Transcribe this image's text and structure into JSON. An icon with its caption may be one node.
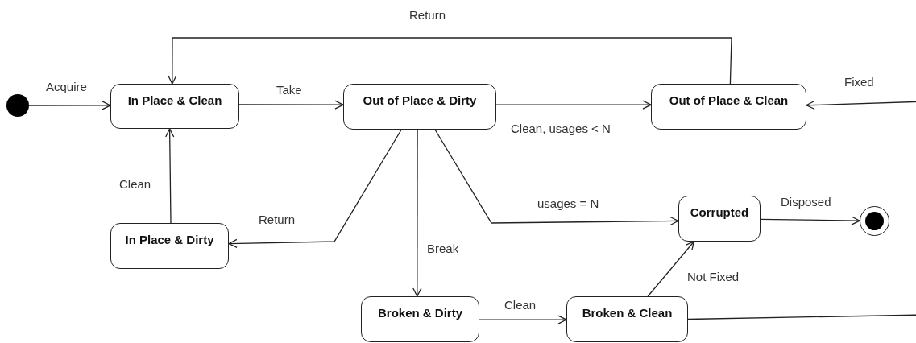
{
  "diagram": {
    "nodes": [
      {
        "text": [],
        "shape": "circle"
      },
      {
        "text": [
          "In Place & Clean"
        ]
      },
      {
        "text": [
          "Out of Place & Dirty"
        ]
      },
      {
        "text": [
          "Out of Place & Clean"
        ]
      },
      {
        "text": [
          "In Place & Dirty"
        ]
      },
      {
        "text": [
          "Corrupted"
        ]
      },
      {
        "text": [],
        "shape": "circle"
      },
      {
        "text": [
          "Broken & Dirty"
        ]
      },
      {
        "text": [
          "Broken & Clean"
        ]
      }
    ],
    "edges": [
      {
        "from": 0,
        "to": 1,
        "arrow": "to",
        "label": "Acquire"
      },
      {
        "from": 1,
        "to": 2,
        "arrow": "to",
        "label": "Take"
      },
      {
        "from": 2,
        "to": 3,
        "arrow": "to",
        "label": "Clean, usages < N"
      },
      {
        "from": 3,
        "to": 1,
        "arrow": "to",
        "label": "Return"
      },
      {
        "from": 4,
        "to": 1,
        "arrow": "to",
        "label": "Clean"
      },
      {
        "from": 2,
        "to": 4,
        "arrow": "to",
        "label": "Return"
      },
      {
        "from": 2,
        "to": 7,
        "arrow": "to",
        "label": "Break"
      },
      {
        "from": 2,
        "to": 5,
        "arrow": "to",
        "label": "usages = N"
      },
      {
        "from": 5,
        "to": 6,
        "arrow": "to",
        "label": "Disposed"
      },
      {
        "from": 7,
        "to": 8,
        "arrow": "to",
        "label": "Clean"
      },
      {
        "from": 8,
        "to": 5,
        "arrow": "to",
        "label": "Not Fixed"
      },
      {
        "from": 8,
        "to": 3,
        "arrow": "to",
        "label": "Fixed"
      }
    ]
  }
}
